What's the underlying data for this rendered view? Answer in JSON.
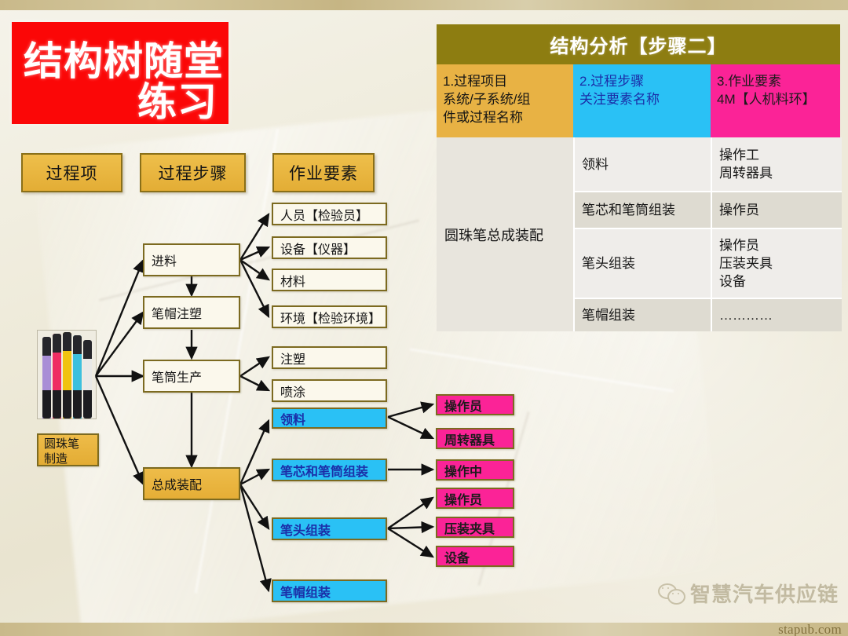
{
  "title_block": {
    "line1": "结构树随堂",
    "line2": "练习"
  },
  "column_headers": [
    {
      "label": "过程项"
    },
    {
      "label": "过程步骤"
    },
    {
      "label": "作业要素"
    }
  ],
  "source": {
    "label_line1": "圆珠笔",
    "label_line2": "制造",
    "image_alt": "ballpoint-pens-photo"
  },
  "tree": {
    "process_steps": [
      {
        "label": "进料",
        "style": "cream"
      },
      {
        "label": "笔帽注塑",
        "style": "cream"
      },
      {
        "label": "笔筒生产",
        "style": "cream"
      },
      {
        "label": "总成装配",
        "style": "gold"
      }
    ],
    "elements": [
      {
        "label": "人员【检验员】",
        "style": "cream"
      },
      {
        "label": "设备【仪器】",
        "style": "cream"
      },
      {
        "label": "材料",
        "style": "cream"
      },
      {
        "label": "环境【检验环境】",
        "style": "cream"
      },
      {
        "label": "注塑",
        "style": "cream"
      },
      {
        "label": "喷涂",
        "style": "cream"
      },
      {
        "label": "领料",
        "style": "cyan"
      },
      {
        "label": "笔芯和笔筒组装",
        "style": "cyan"
      },
      {
        "label": "笔头组装",
        "style": "cyan"
      },
      {
        "label": "笔帽组装",
        "style": "cyan"
      }
    ],
    "factors": [
      {
        "label": "操作员"
      },
      {
        "label": "周转器具"
      },
      {
        "label": "操作中"
      },
      {
        "label": "操作员"
      },
      {
        "label": "压装夹具"
      },
      {
        "label": "设备"
      }
    ]
  },
  "table": {
    "title": "结构分析【步骤二】",
    "headers": [
      {
        "line1": "1.过程项目",
        "line2": "系统/子系统/组",
        "line3": "件或过程名称"
      },
      {
        "line1": "2.过程步骤",
        "line2": "关注要素名称"
      },
      {
        "line1": "3.作业要素",
        "line2": "4M【人机料环】"
      }
    ],
    "process_item": "圆珠笔总成装配",
    "rows": [
      {
        "step": "领料",
        "factors": [
          "操作工",
          "周转器具"
        ]
      },
      {
        "step": "笔芯和笔筒组装",
        "factors": [
          "操作员"
        ]
      },
      {
        "step": "笔头组装",
        "factors": [
          "操作员",
          "压装夹具",
          "设备"
        ]
      },
      {
        "step": "笔帽组装",
        "factors": [
          "…………"
        ]
      }
    ]
  },
  "watermark": {
    "text": "智慧汽车供应链",
    "icon": "wechat-icon"
  },
  "footer": {
    "site": "stapub.com"
  },
  "colors": {
    "gold": "#e8b843",
    "cyan": "#2ac1f5",
    "pink": "#fb2397",
    "red": "#fb0707",
    "olive": "#8d7d11",
    "border": "#7c6a20"
  }
}
